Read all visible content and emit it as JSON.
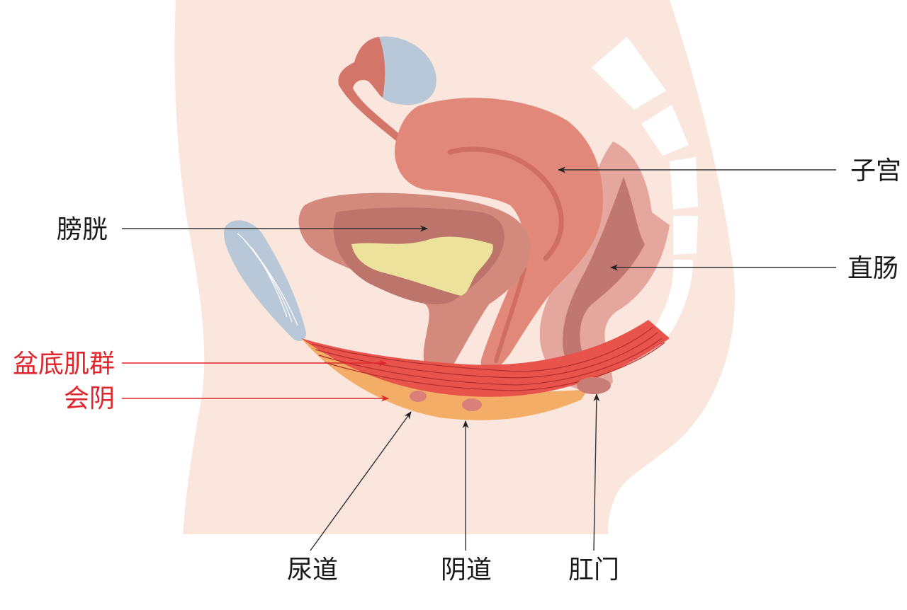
{
  "diagram": {
    "type": "anatomical-sagittal-section",
    "subject": "female pelvic floor",
    "colors": {
      "background": "#ffffff",
      "body": "#fbe6dd",
      "body_shade": "#f8e0d5",
      "uterus": "#e2887a",
      "uterus_dark": "#cf6f63",
      "bladder_outer": "#d4897d",
      "bladder_inner": "#bd756b",
      "urine": "#ece29b",
      "ovary": "#b9c8d8",
      "tube": "#d4756a",
      "pubic_bone": "#b9c8d8",
      "rectum_outer": "#e4a69d",
      "rectum_inner": "#bf7770",
      "pelvic_floor_muscle": "#e8534c",
      "muscle_stripe": "#b8302e",
      "perineum": "#f3ad66",
      "vertebra": "#ffffff",
      "label_black": "#1a1a1a",
      "label_red": "#e0262c",
      "leader_black": "#333333",
      "leader_red": "#e0262c"
    }
  },
  "labels": {
    "uterus": "子宫",
    "bladder": "膀胱",
    "rectum": "直肠",
    "pelvic_floor_muscles": "盆底肌群",
    "perineum": "会阴",
    "urethra": "尿道",
    "vagina": "阴道",
    "anus": "肛门"
  }
}
